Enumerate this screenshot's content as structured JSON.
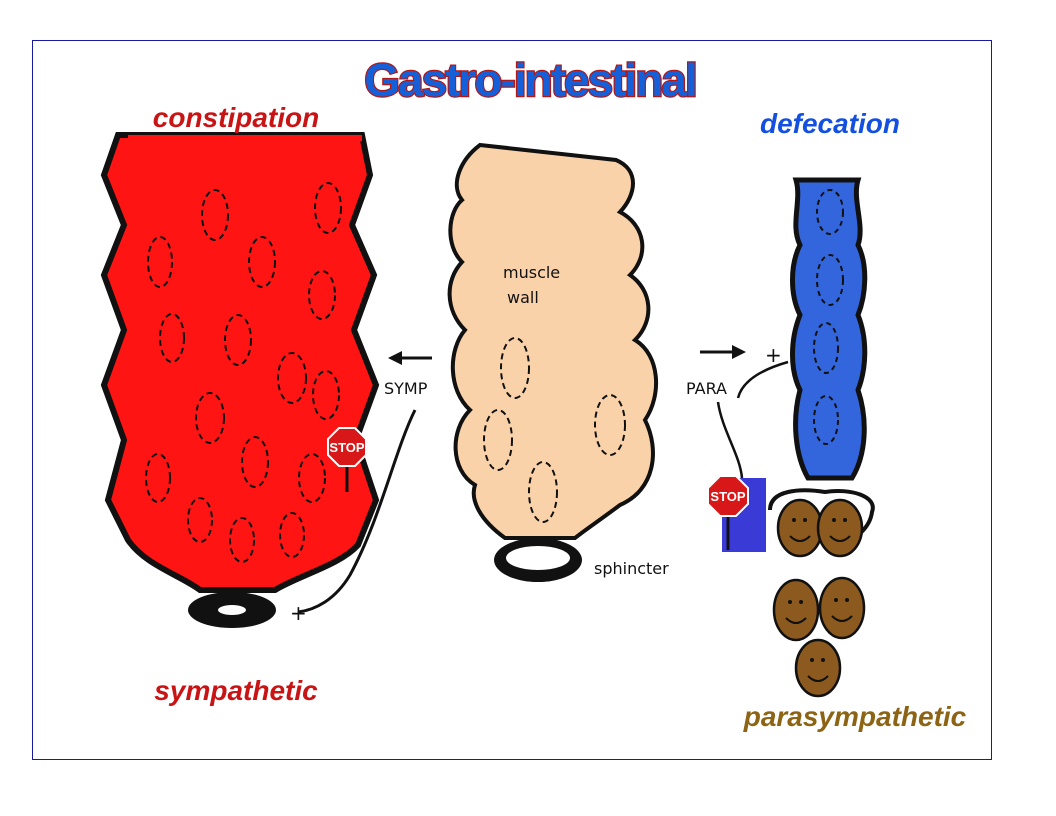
{
  "title": "Gastro-intestinal",
  "labels": {
    "constipation": "constipation",
    "defecation": "defecation",
    "sympathetic": "sympathetic",
    "parasympathetic": "parasympathetic",
    "symp": "SYMP",
    "para": "PARA",
    "muscle": "muscle",
    "wall": "wall",
    "sphincter": "sphincter",
    "stop_left": "STOP",
    "stop_right": "STOP"
  },
  "colors": {
    "title_fill": "#1560d8",
    "title_outline": "#b01818",
    "sympathetic_red": "#c81414",
    "constipated_colon": "#ff1414",
    "relaxed_colon": "#fad2aa",
    "defecation_blue": "#1450e0",
    "colon_blue": "#3366dd",
    "feces_brown": "#8c5a1e",
    "parasympathetic_brown": "#8c6414",
    "stop_sign": "#d81818",
    "stop_panel": "#3a3ad6"
  }
}
